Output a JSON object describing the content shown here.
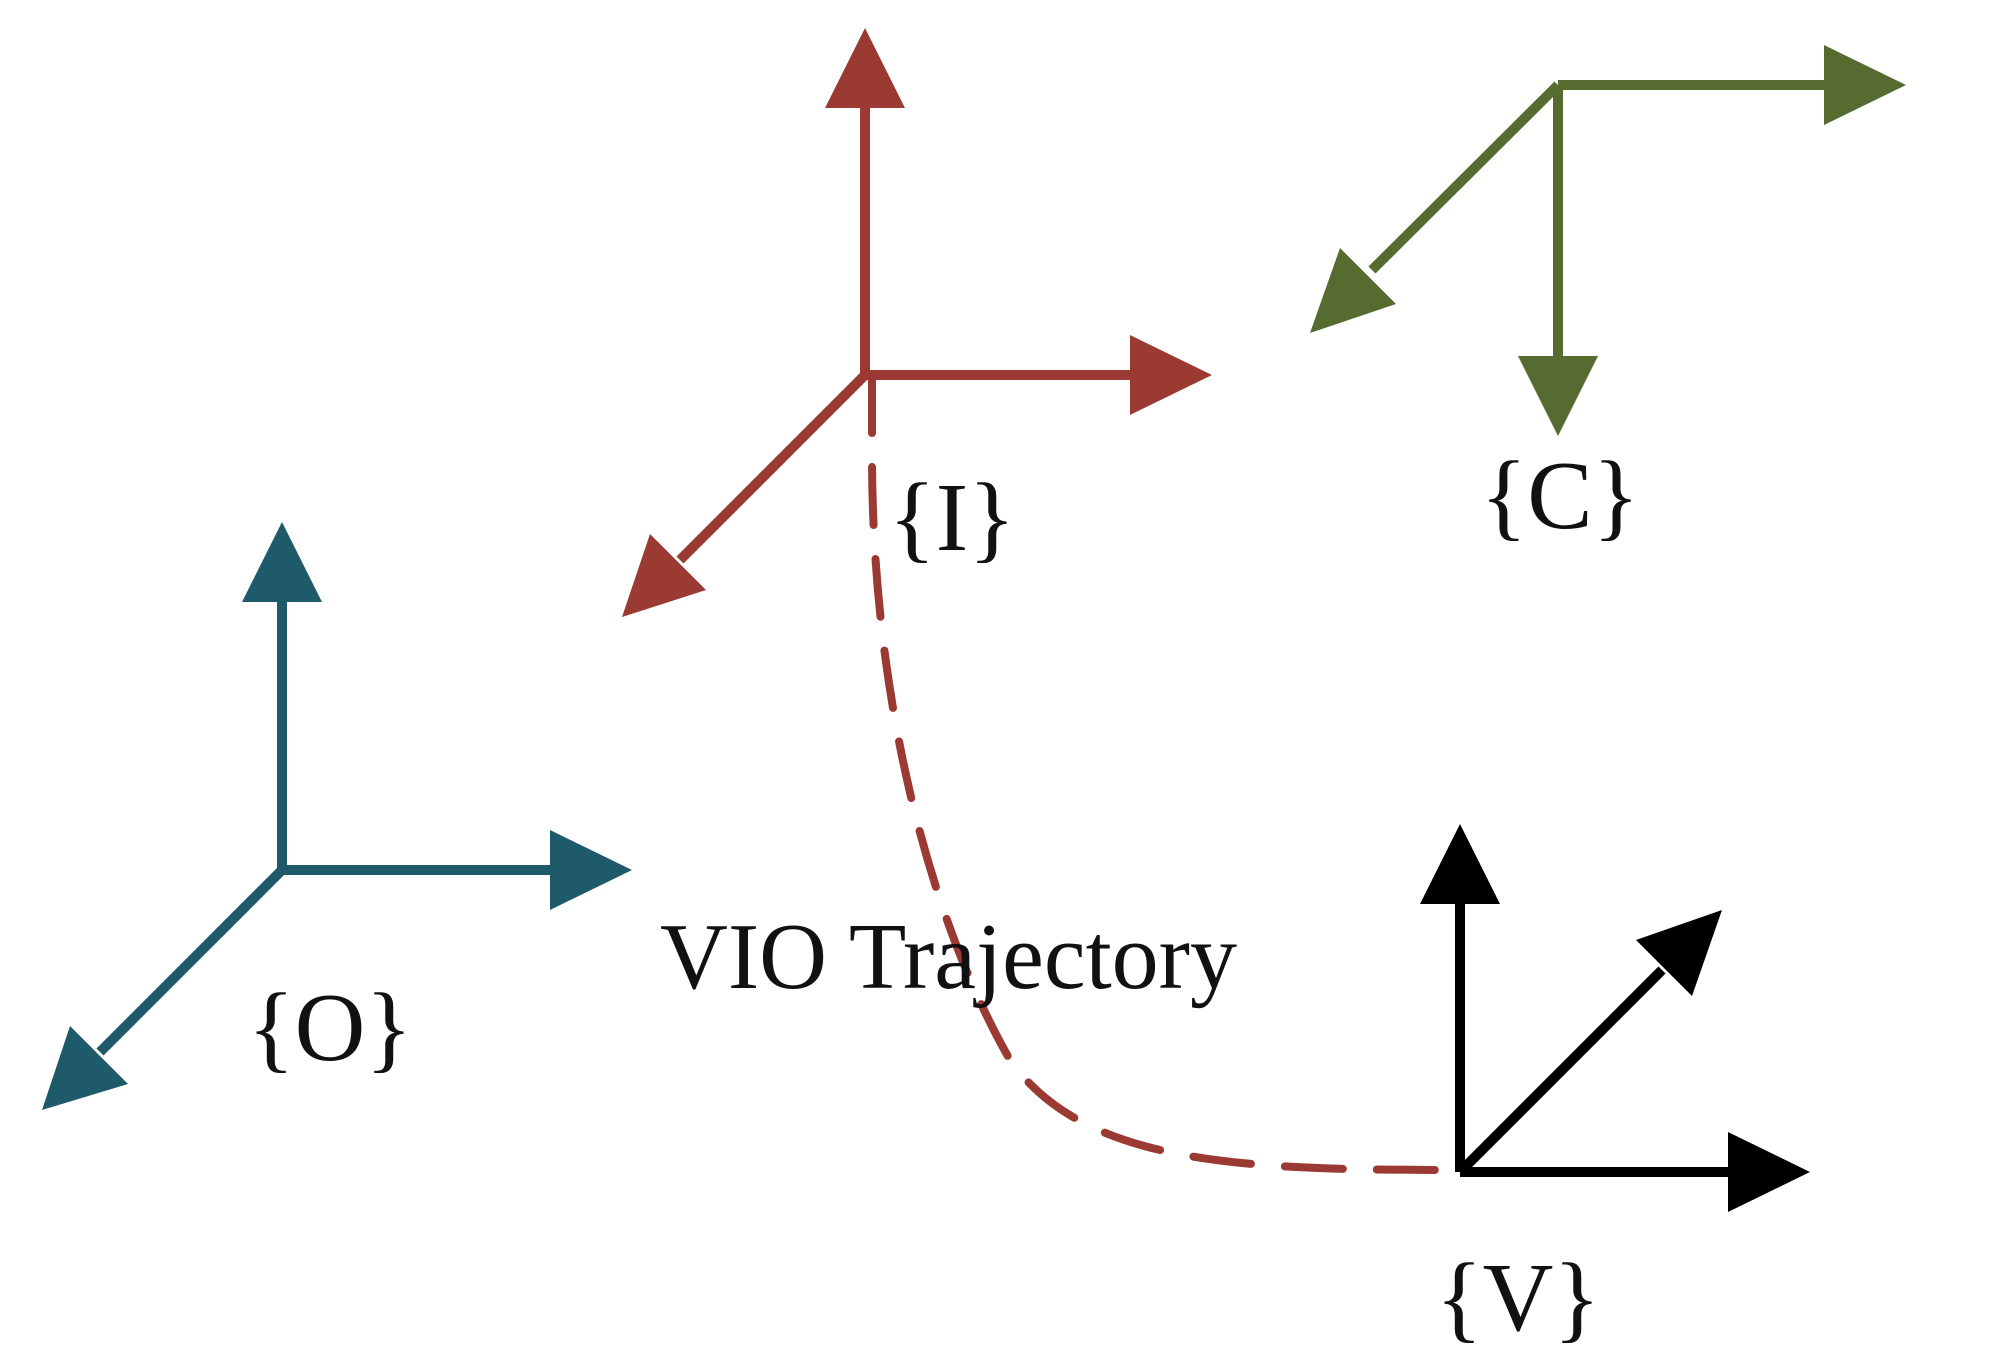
{
  "colors": {
    "frame_o": "#1f5a6b",
    "frame_i": "#9b3a33",
    "frame_c": "#556b2f",
    "frame_v": "#000000",
    "trajectory": "#9b3a33",
    "text": "#111111"
  },
  "frames": {
    "o": {
      "label": "{O}"
    },
    "i": {
      "label": "{I}"
    },
    "c": {
      "label": "{C}"
    },
    "v": {
      "label": "{V}"
    }
  },
  "trajectory": {
    "label": "VIO Trajectory",
    "style": "dashed"
  }
}
